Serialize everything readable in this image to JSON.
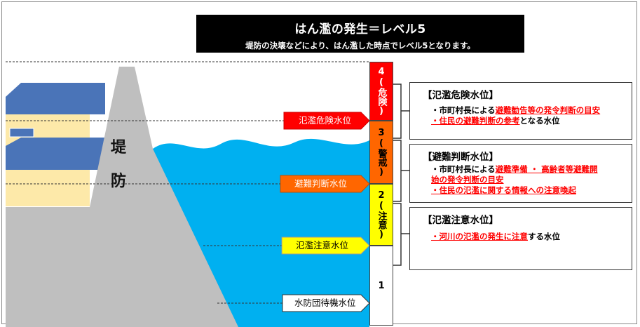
{
  "banner": {
    "title": "はん濫の発生＝レベル5",
    "subtitle": "堤防の決壊などにより、はん濫した時点でレベル5となります。"
  },
  "dike_label": [
    "堤",
    "防"
  ],
  "scale": {
    "level4": "4(危険)",
    "level3": "3(警戒)",
    "level2": "2(注意)",
    "level1": "1"
  },
  "markers": {
    "danger": "氾濫危険水位",
    "evacuation": "避難判断水位",
    "caution": "氾濫注意水位",
    "standby": "水防団待機水位"
  },
  "boxes": {
    "danger": {
      "head": "【氾濫危険水位】",
      "line1_pre": "・市町村長による",
      "line1_red": "避難勧告等の発令判断の目安",
      "line2_red": "・住民の避難判断の参考",
      "line2_post": "となる水位"
    },
    "evacuation": {
      "head": "【避難判断水位】",
      "line1_pre": "・市町村長による",
      "line1_red": "避難準備 ・ 高齢者等避難開",
      "line2_red": "始の発令判断の目安",
      "line3_red": "・住民の氾濫に関する情報への注意喚起"
    },
    "caution": {
      "head": "【氾濫注意水位】",
      "line1_red": "・河川の氾濫の発生に注意",
      "line1_post": "する水位"
    }
  },
  "colors": {
    "water": "#00b0f0",
    "level4": "#ff0000",
    "level3": "#ff6600",
    "level2": "#ffff00",
    "level1": "#ffffff",
    "house_roof": "#4a74b8",
    "house_wall": "#fde9a9",
    "dike": "#bfbfbf"
  }
}
